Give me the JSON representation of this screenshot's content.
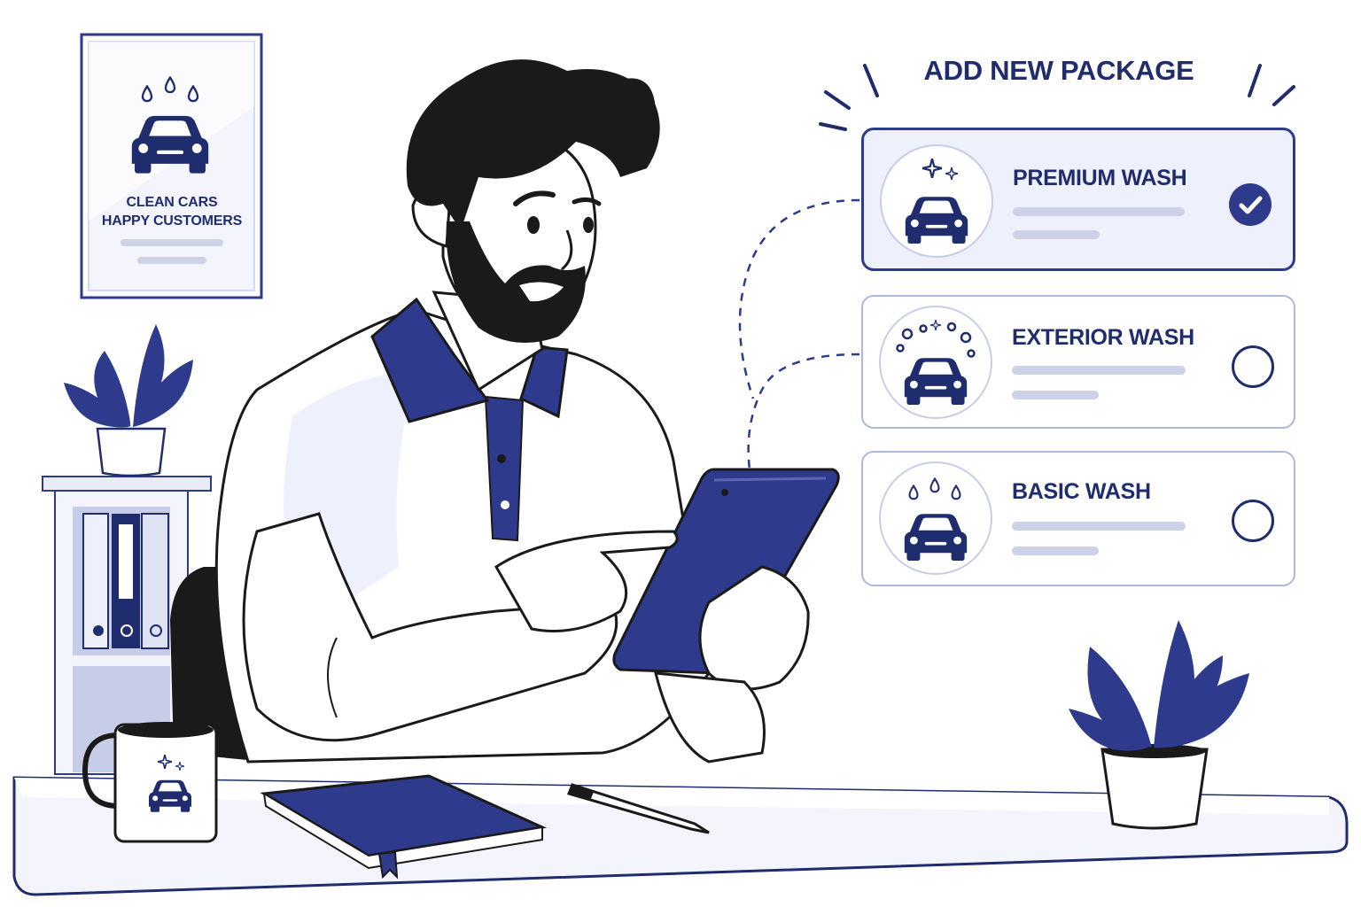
{
  "poster": {
    "line1": "CLEAN CARS",
    "line2": "HAPPY CUSTOMERS",
    "icon": "car-wash-icon"
  },
  "heading": "ADD NEW PACKAGE",
  "packages": [
    {
      "title": "PREMIUM WASH",
      "icon": "sparkle-car-icon",
      "selected": true
    },
    {
      "title": "EXTERIOR WASH",
      "icon": "bubbles-car-icon",
      "selected": false
    },
    {
      "title": "BASIC WASH",
      "icon": "water-drops-car-icon",
      "selected": false
    }
  ],
  "colors": {
    "primary": "#2e3a8c",
    "dark_text": "#1f2d6e",
    "light_blue": "#eef0fb",
    "border": "#aeb7dc",
    "placeholder": "#cdd2e6"
  }
}
